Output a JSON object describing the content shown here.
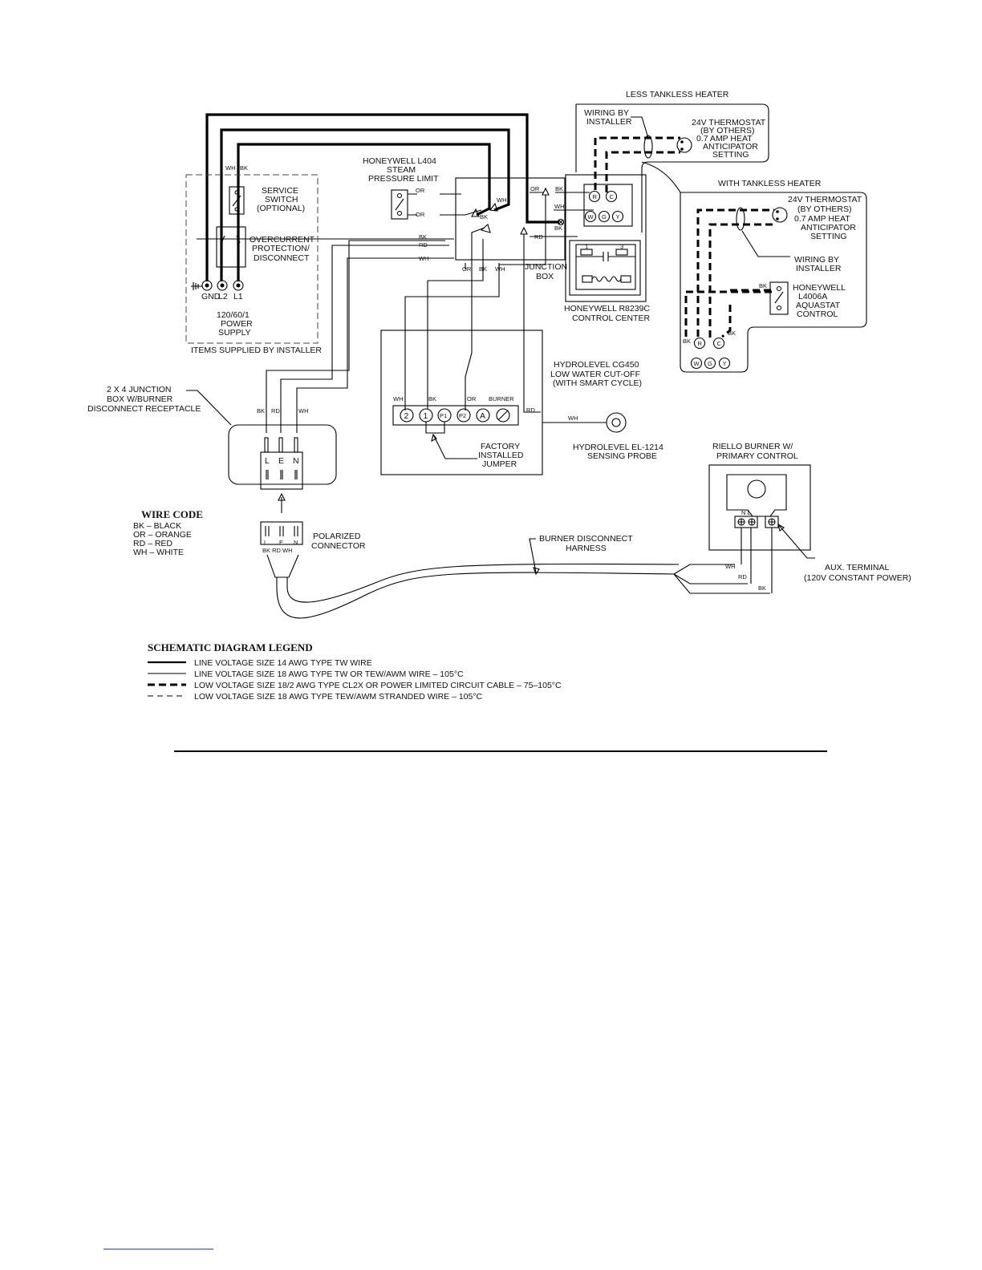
{
  "labels": {
    "less_tankless": "LESS TANKLESS HEATER",
    "with_tankless": "WITH TANKLESS HEATER",
    "wiring_by_installer_1": [
      "WIRING BY",
      "INSTALLER"
    ],
    "thermostat_1": [
      "24V THERMOSTAT",
      "(BY OTHERS)",
      "0.7 AMP HEAT",
      "ANTICIPATOR",
      "SETTING"
    ],
    "thermostat_2": [
      "24V THERMOSTAT",
      "(BY OTHERS)",
      "0.7 AMP HEAT",
      "ANTICIPATOR",
      "SETTING"
    ],
    "wiring_by_installer_2": [
      "WIRING BY",
      "INSTALLER"
    ],
    "aquastat": [
      "HONEYWELL",
      "L4006A",
      "AQUASTAT",
      "CONTROL"
    ],
    "pressure_limit": [
      "HONEYWELL L404",
      "STEAM",
      "PRESSURE LIMIT"
    ],
    "service_switch": [
      "SERVICE",
      "SWITCH",
      "(OPTIONAL)"
    ],
    "overcurrent": [
      "OVERCURRENT",
      "PROTECTION/",
      "DISCONNECT"
    ],
    "power_terminals": [
      "GND",
      "L2",
      "L1"
    ],
    "power_supply": [
      "120/60/1",
      "POWER",
      "SUPPLY"
    ],
    "items_supplied": "ITEMS SUPPLIED BY INSTALLER",
    "junction_box": [
      "JUNCTION",
      "BOX"
    ],
    "control_center": [
      "HONEYWELL R8239C",
      "CONTROL CENTER"
    ],
    "lwco": [
      "HYDROLEVEL CG450",
      "LOW WATER CUT-OFF",
      "(WITH SMART CYCLE)"
    ],
    "lwco_terminals": [
      "2",
      "1",
      "P1",
      "P2",
      "A"
    ],
    "lwco_wire_labels": [
      "WH",
      "BK",
      "OR",
      "BURNER"
    ],
    "factory_jumper": [
      "FACTORY",
      "INSTALLED",
      "JUMPER"
    ],
    "sensing_probe": [
      "HYDROLEVEL EL-1214",
      "SENSING PROBE"
    ],
    "junction_2x4": [
      "2 X 4 JUNCTION",
      "BOX W/BURNER",
      "DISCONNECT RECEPTACLE"
    ],
    "receptacle_terminals": [
      "L",
      "E",
      "N"
    ],
    "polarized_connector": [
      "POLARIZED",
      "CONNECTOR"
    ],
    "connector_letters": [
      "L",
      "E",
      "N"
    ],
    "connector_wires": "BK RD WH",
    "burner": [
      "RIELLO BURNER W/",
      "PRIMARY CONTROL"
    ],
    "burner_terminals": "N L",
    "burner_harness": [
      "BURNER DISCONNECT",
      "HARNESS"
    ],
    "aux_terminal": [
      "AUX. TERMINAL",
      "(120V CONSTANT POWER)"
    ],
    "thermostat_terminals": [
      "R",
      "C",
      "W",
      "G",
      "Y"
    ],
    "relay_terminals": [
      "1",
      "3"
    ],
    "wires": {
      "bk": "BK",
      "rd": "RD",
      "wh": "WH",
      "or": "OR"
    }
  },
  "wire_code": {
    "title": "WIRE CODE",
    "entries": [
      "BK – BLACK",
      "OR – ORANGE",
      "RD – RED",
      "WH – WHITE"
    ]
  },
  "legend": {
    "title": "SCHEMATIC DIAGRAM LEGEND",
    "entries": [
      "LINE VOLTAGE SIZE 14 AWG TYPE TW WIRE",
      "LINE VOLTAGE SIZE 18 AWG TYPE TW OR TEW/AWM WIRE – 105°C",
      "LOW VOLTAGE SIZE 18/2 AWG TYPE CL2X OR POWER LIMITED CIRCUIT CABLE – 75–105°C",
      "LOW VOLTAGE SIZE 18 AWG TYPE TEW/AWM STRANDED WIRE – 105°C"
    ]
  }
}
